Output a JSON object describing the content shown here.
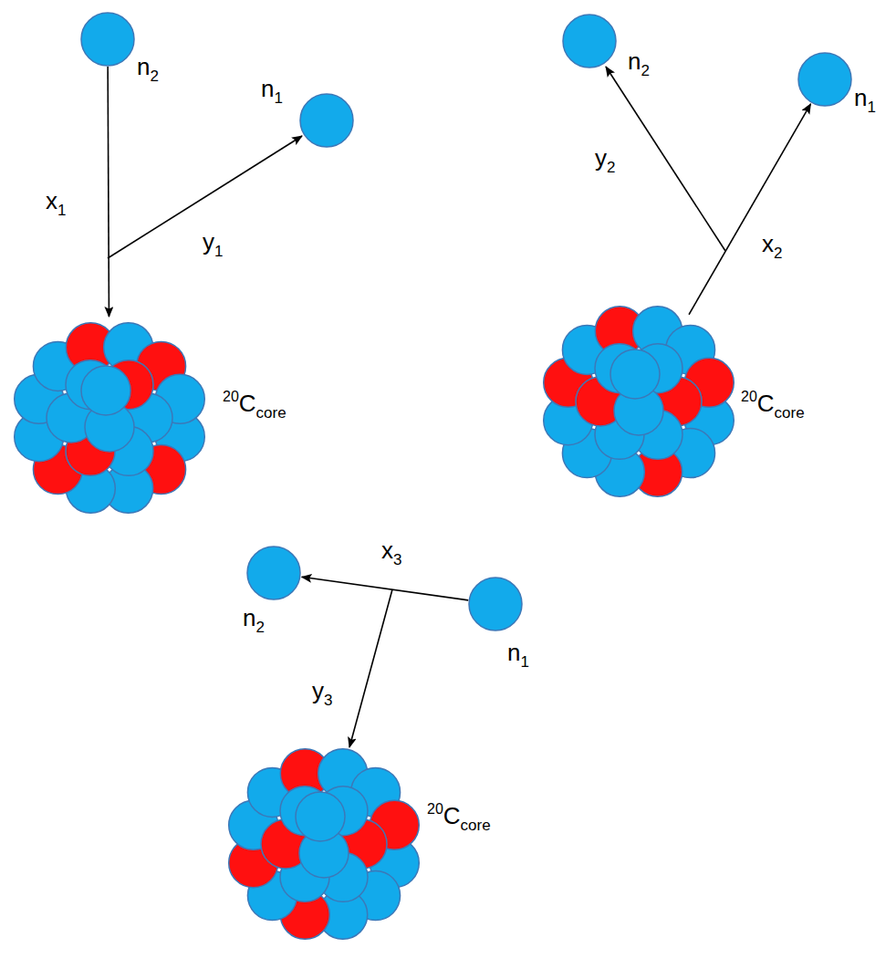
{
  "diagram": {
    "nodes": [
      {
        "text": [
          "n2"
        ]
      },
      {
        "text": [
          "n1"
        ]
      },
      {
        "text": [
          "20Ccore"
        ]
      },
      {
        "text": [
          "n2"
        ]
      },
      {
        "text": [
          "n1"
        ]
      },
      {
        "text": [
          "20Ccore"
        ]
      },
      {
        "text": [
          "n2"
        ]
      },
      {
        "text": [
          "n1"
        ]
      },
      {
        "text": [
          "20Ccore"
        ]
      }
    ],
    "edges": [
      {
        "from": 0,
        "to": 2,
        "arrow": "to",
        "label": "x1"
      },
      {
        "from": 5,
        "to": 4,
        "arrow": "to",
        "label": "x2"
      },
      {
        "from": 7,
        "to": 6,
        "arrow": "to",
        "label": "x3"
      }
    ],
    "labels": [
      "y1",
      "y2",
      "y3"
    ]
  }
}
